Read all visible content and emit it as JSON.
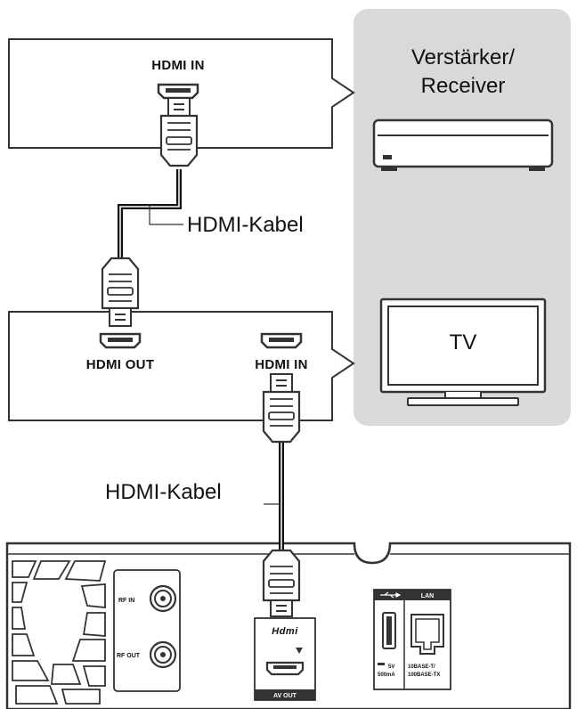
{
  "labels": {
    "receiver": [
      "Verstärker/",
      "Receiver"
    ],
    "tv": "TV",
    "hdmi_in_top": "HDMI IN",
    "hdmi_out": "HDMI OUT",
    "hdmi_in_middle": "HDMI IN",
    "cable_top": "HDMI-Kabel",
    "cable_bottom": "HDMI-Kabel",
    "rf_in": "RF IN",
    "rf_out": "RF OUT",
    "hdmi_logo": "Hdmi",
    "av_out": "AV OUT",
    "lan": "LAN",
    "usb_note": [
      "5V",
      "500mA"
    ],
    "lan_note": [
      "10BASE-T/",
      "100BASE-TX"
    ]
  },
  "colors": {
    "panel_bg": "#d9d9d9",
    "outline": "#333333",
    "cable": "#111111"
  }
}
